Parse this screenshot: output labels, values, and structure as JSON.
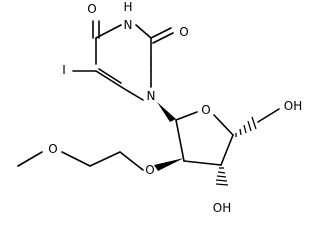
{
  "atoms": {
    "O_top_left": "O",
    "NH": "H",
    "N_H": "N",
    "O_top_right": "O",
    "I": "I",
    "N1": "N",
    "O_ring": "O",
    "OH_right": "OH",
    "O_methoxy": "O",
    "O_ether": "O",
    "OH_bottom": "OH"
  }
}
